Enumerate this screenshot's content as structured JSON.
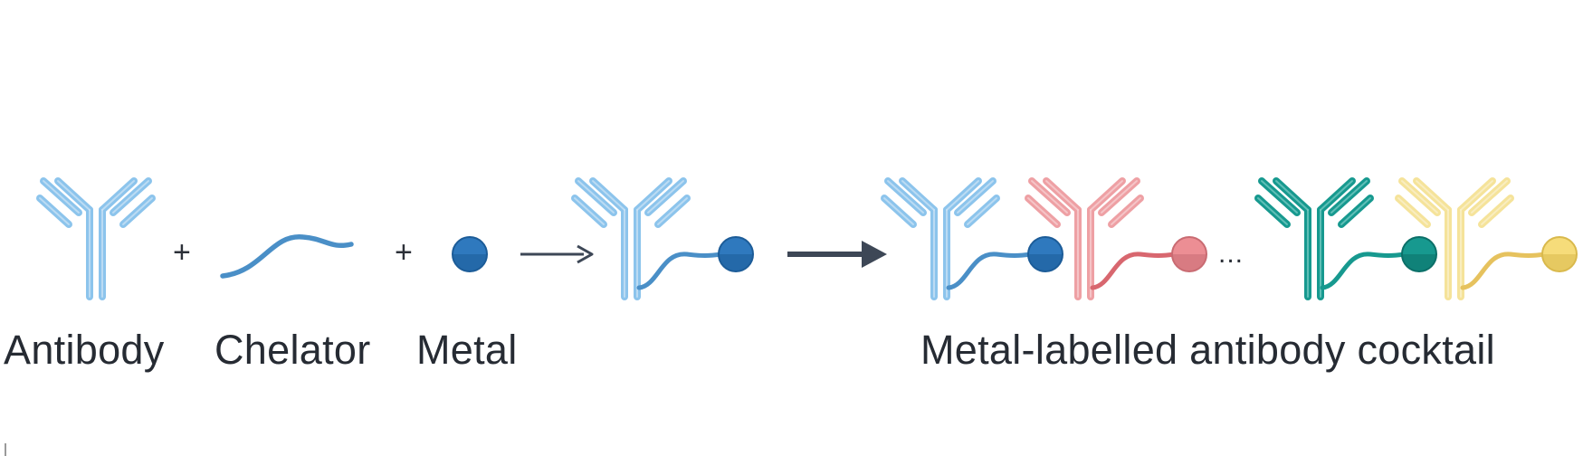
{
  "labels": {
    "antibody": "Antibody",
    "chelator": "Chelator",
    "metal": "Metal",
    "cocktail": "Metal-labelled antibody cocktail"
  },
  "operators": {
    "plus": "+",
    "ellipsis": "..."
  },
  "colors": {
    "text": "#262b33",
    "arrow": "#3d4756",
    "blue": {
      "outer": "#8cc4ec",
      "inner": "#cfe6f7",
      "link": "#4a8fc7",
      "bead": "#2f79be",
      "bead_dark": "#1c5c98"
    },
    "red": {
      "outer": "#eea0a4",
      "inner": "#f8d3d5",
      "link": "#d8676f",
      "bead": "#ec8e94",
      "bead_dark": "#c96b72"
    },
    "teal": {
      "outer": "#17998f",
      "inner": "#7fcfc8",
      "link": "#17998f",
      "bead": "#17998f",
      "bead_dark": "#0b6f68"
    },
    "yellow": {
      "outer": "#f5e39a",
      "inner": "#fbf1cf",
      "link": "#e6c25e",
      "bead": "#f6dc7a",
      "bead_dark": "#d9b94c"
    }
  },
  "icons": [
    "antibody-icon",
    "chelator-icon",
    "metal-icon",
    "arrow-icon",
    "labelled-antibody-icon"
  ]
}
